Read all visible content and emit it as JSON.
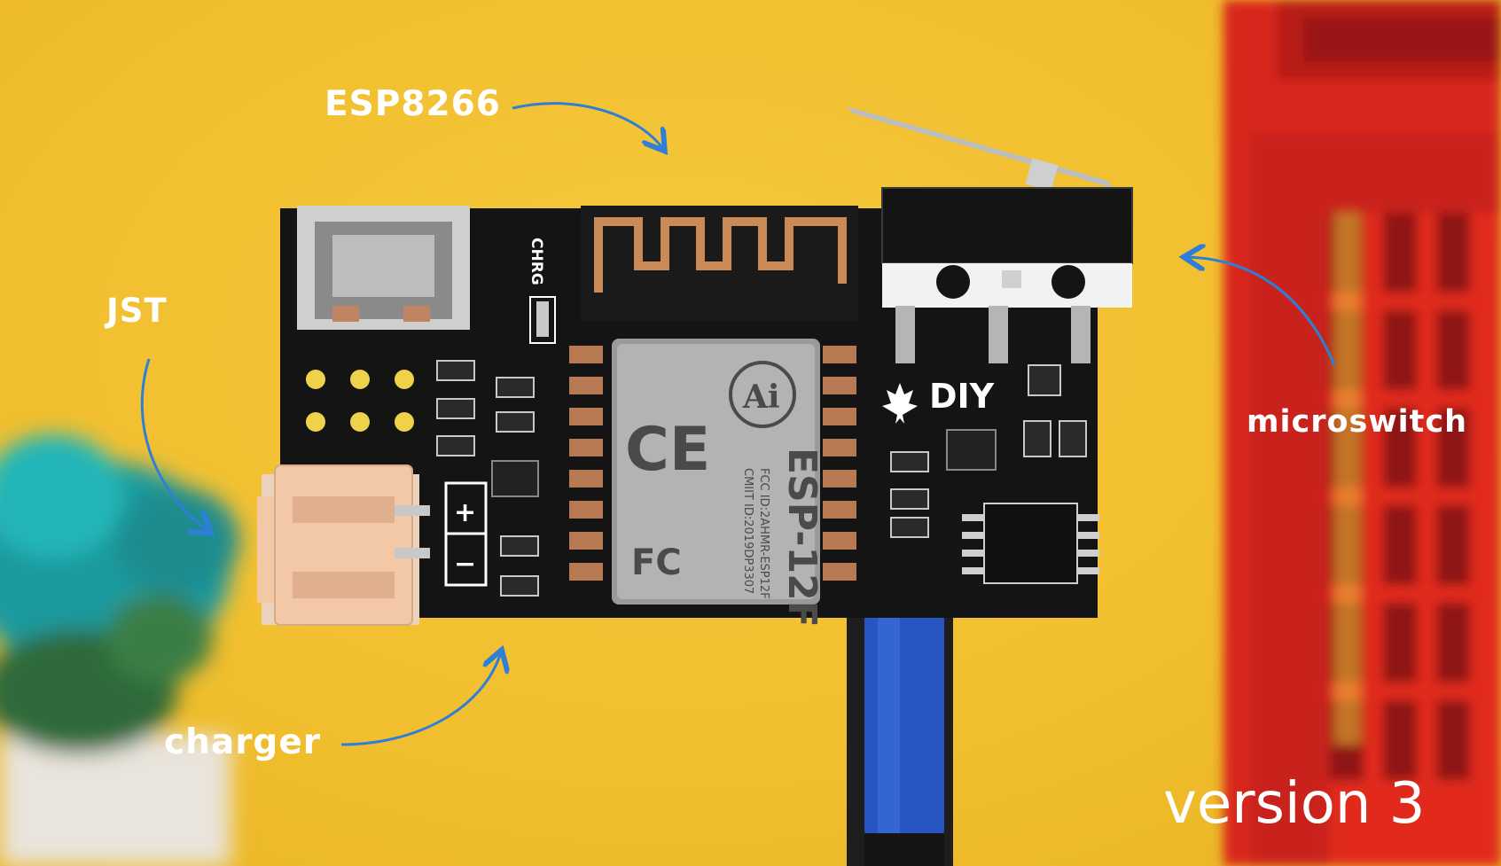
{
  "annotations": {
    "esp": "ESP8266",
    "jst": "JST",
    "microswitch": "microswitch",
    "charger": "charger"
  },
  "version_label": "version 3",
  "board_text": {
    "chrg": "CHRG",
    "module_name": "ESP-12F",
    "fcc": "FCC ID:2AHMR-ESP12F",
    "cmiit": "CMIIT ID:2019DP3307",
    "ce": "CE",
    "ai_logo": "Ai",
    "fc": "FC",
    "diy": "DIY",
    "plus": "+",
    "minus": "−"
  },
  "colors": {
    "background": "#f1bf2f",
    "pcb": "#141414",
    "arrow": "#2f7fd6",
    "phone_booth": "#d8261b",
    "jst_connector": "#f2c8a6",
    "cable": "#2756c2"
  },
  "icons": [
    "canada-leaf-icon",
    "ce-mark-icon",
    "fc-mark-icon",
    "antenna-icon"
  ]
}
